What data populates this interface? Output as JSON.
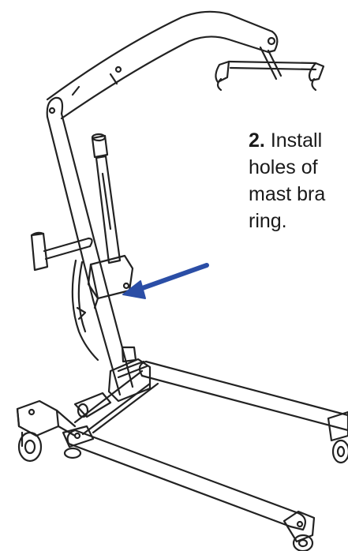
{
  "instruction": {
    "step_number": "2.",
    "lines": [
      "Install",
      "holes of",
      "mast bra",
      "ring."
    ]
  },
  "colors": {
    "arrow": "#2b4ea6",
    "line_art": "#222222"
  },
  "icons": {
    "pointer": "arrow-icon",
    "illustration": "patient-lift-illustration"
  }
}
